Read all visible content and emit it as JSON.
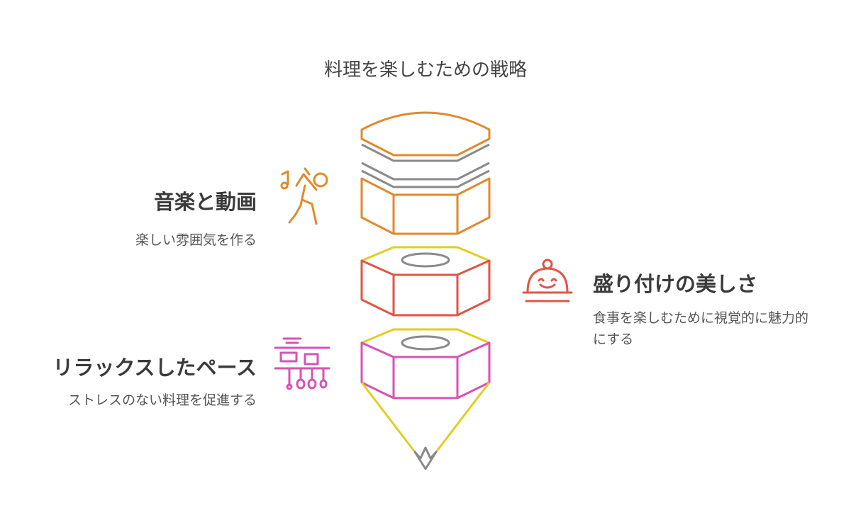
{
  "title": "料理を楽しむための戦略",
  "sections": [
    {
      "heading": "音楽と動画",
      "description": "楽しい雰囲気を作る",
      "icon": "music-dancing-person-icon",
      "color": "#e08a2e"
    },
    {
      "heading": "盛り付けの美しさ",
      "description": "食事を楽しむために視覚的に魅力的にする",
      "icon": "smiling-cloche-icon",
      "color": "#e05545"
    },
    {
      "heading": "リラックスしたペース",
      "description": "ストレスのない料理を促進する",
      "icon": "kitchen-shelf-utensils-icon",
      "color": "#d653b4"
    }
  ],
  "colors": {
    "orange": "#e08a2e",
    "red": "#e05545",
    "pink": "#d653b4",
    "yellow": "#e2cd22",
    "gray": "#8a8a8a"
  }
}
